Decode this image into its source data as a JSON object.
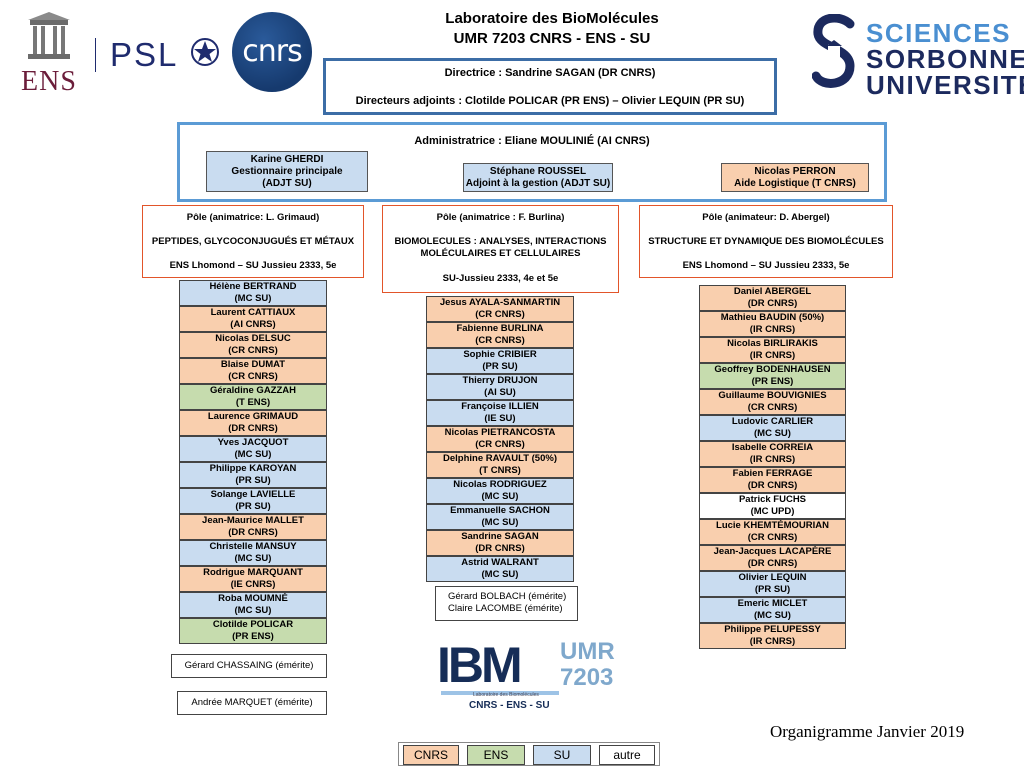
{
  "header": {
    "title": "Laboratoire des BioMolécules",
    "subtitle": "UMR 7203 CNRS - ENS - SU"
  },
  "logos": {
    "ens": "ENS",
    "psl": "PSL",
    "cnrs": "cnrs",
    "su": [
      "SCIENCES",
      "SORBONNE",
      "UNIVERSITÉ"
    ],
    "ibm": {
      "letters": "IBM",
      "umr": "UMR",
      "number": "7203",
      "tagline": "Laboratoire des Biomolécules",
      "footer": "CNRS - ENS - SU"
    }
  },
  "direction": {
    "director": "Directrice : Sandrine SAGAN  (DR CNRS)",
    "deputies": "Directeurs adjoints : Clotilde POLICAR (PR  ENS) – Olivier LEQUIN (PR SU)"
  },
  "administration": {
    "title": "Administratrice : Eliane MOULINIÉ (AI CNRS)",
    "cards": [
      {
        "lines": [
          "Karine GHERDI",
          "Gestionnaire principale",
          "(ADJT SU)"
        ]
      },
      {
        "lines": [
          "Stéphane ROUSSEL",
          "Adjoint à la gestion  (ADJT  SU)"
        ]
      },
      {
        "lines": [
          "Nicolas PERRON",
          "Aide Logistique  (T CNRS)"
        ]
      }
    ]
  },
  "poles": [
    {
      "head": "Pôle (animatrice: L. Grimaud)",
      "theme": [
        "PEPTIDES, GLYCOCONJUGUÉS ET MÉTAUX"
      ],
      "location": "ENS Lhomond – SU Jussieu 2333, 5e"
    },
    {
      "head": "Pôle (animatrice : F. Burlina)",
      "theme": [
        "BIOMOLECULES : ANALYSES, INTERACTIONS",
        "MOLÉCULAIRES ET CELLULAIRES"
      ],
      "location": "SU-Jussieu 2333, 4e et 5e"
    },
    {
      "head": "Pôle (animateur: D. Abergel)",
      "theme": [
        "STRUCTURE ET DYNAMIQUE DES BIOMOLÉCULES"
      ],
      "location": "ENS Lhomond – SU Jussieu 2333, 5e"
    }
  ],
  "members": [
    [
      {
        "name": "Hélène BERTRAND",
        "status": "(MC SU)",
        "affiliation": "SU"
      },
      {
        "name": "Laurent CATTIAUX",
        "status": "(AI CNRS)",
        "affiliation": "CNRS"
      },
      {
        "name": "Nicolas DELSUC",
        "status": "(CR CNRS)",
        "affiliation": "CNRS"
      },
      {
        "name": "Blaise DUMAT",
        "status": "(CR CNRS)",
        "affiliation": "CNRS"
      },
      {
        "name": "Géraldine GAZZAH",
        "status": "(T ENS)",
        "affiliation": "ENS"
      },
      {
        "name": "Laurence GRIMAUD",
        "status": "(DR CNRS)",
        "affiliation": "CNRS"
      },
      {
        "name": "Yves JACQUOT",
        "status": "(MC SU)",
        "affiliation": "SU"
      },
      {
        "name": "Philippe KAROYAN",
        "status": "(PR SU)",
        "affiliation": "SU"
      },
      {
        "name": "Solange LAVIELLE",
        "status": "(PR SU)",
        "affiliation": "SU"
      },
      {
        "name": "Jean-Maurice MALLET",
        "status": "(DR CNRS)",
        "affiliation": "CNRS"
      },
      {
        "name": "Christelle MANSUY",
        "status": "(MC SU)",
        "affiliation": "SU"
      },
      {
        "name": "Rodrigue MARQUANT",
        "status": "(IE CNRS)",
        "affiliation": "CNRS"
      },
      {
        "name": "Roba MOUMNÉ",
        "status": "(MC SU)",
        "affiliation": "SU"
      },
      {
        "name": "Clotilde POLICAR",
        "status": "(PR ENS)",
        "affiliation": "ENS"
      }
    ],
    [
      {
        "name": "Jesus AYALA-SANMARTIN",
        "status": "(CR CNRS)",
        "affiliation": "CNRS"
      },
      {
        "name": "Fabienne BURLINA",
        "status": "(CR CNRS)",
        "affiliation": "CNRS"
      },
      {
        "name": "Sophie CRIBIER",
        "status": "(PR SU)",
        "affiliation": "SU"
      },
      {
        "name": "Thierry DRUJON",
        "status": "(AI SU)",
        "affiliation": "SU"
      },
      {
        "name": "Françoise ILLIEN",
        "status": "(IE SU)",
        "affiliation": "SU"
      },
      {
        "name": "Nicolas PIETRANCOSTA",
        "status": "(CR CNRS)",
        "affiliation": "CNRS"
      },
      {
        "name": "Delphine RAVAULT (50%)",
        "status": "(T CNRS)",
        "affiliation": "CNRS"
      },
      {
        "name": "Nicolas RODRIGUEZ",
        "status": "(MC SU)",
        "affiliation": "SU"
      },
      {
        "name": "Emmanuelle SACHON",
        "status": "(MC SU)",
        "affiliation": "SU"
      },
      {
        "name": "Sandrine SAGAN",
        "status": "(DR CNRS)",
        "affiliation": "CNRS"
      },
      {
        "name": "Astrid WALRANT",
        "status": "(MC SU)",
        "affiliation": "SU"
      }
    ],
    [
      {
        "name": "Daniel ABERGEL",
        "status": "(DR CNRS)",
        "affiliation": "CNRS"
      },
      {
        "name": "Mathieu BAUDIN (50%)",
        "status": "(IR CNRS)",
        "affiliation": "CNRS"
      },
      {
        "name": "Nicolas BIRLIRAKIS",
        "status": "(IR CNRS)",
        "affiliation": "CNRS"
      },
      {
        "name": "Geoffrey BODENHAUSEN",
        "status": "(PR ENS)",
        "affiliation": "ENS"
      },
      {
        "name": "Guillaume BOUVIGNIES",
        "status": "(CR CNRS)",
        "affiliation": "CNRS"
      },
      {
        "name": "Ludovic CARLIER",
        "status": "(MC SU)",
        "affiliation": "SU"
      },
      {
        "name": "Isabelle CORREIA",
        "status": "(IR CNRS)",
        "affiliation": "CNRS"
      },
      {
        "name": "Fabien FERRAGE",
        "status": "(DR CNRS)",
        "affiliation": "CNRS"
      },
      {
        "name": "Patrick FUCHS",
        "status": "(MC UPD)",
        "affiliation": "autre"
      },
      {
        "name": "Lucie KHEMTÉMOURIAN",
        "status": "(CR CNRS)",
        "affiliation": "CNRS"
      },
      {
        "name": "Jean-Jacques LACAPÈRE",
        "status": "(DR CNRS)",
        "affiliation": "CNRS"
      },
      {
        "name": "Olivier LEQUIN",
        "status": "(PR SU)",
        "affiliation": "SU"
      },
      {
        "name": "Emeric MICLET",
        "status": "(MC  SU)",
        "affiliation": "SU"
      },
      {
        "name": "Philippe PELUPESSY",
        "status": "(IR CNRS)",
        "affiliation": "CNRS"
      }
    ]
  ],
  "emeritus": {
    "pole1": [
      "Gérard CHASSAING (émérite)",
      "Andrée MARQUET (émérite)"
    ],
    "pole2": [
      "Gérard BOLBACH (émérite)",
      "Claire LACOMBE (émérite)"
    ]
  },
  "footer": {
    "caption": "Organigramme Janvier 2019"
  },
  "legend": [
    {
      "label": "CNRS",
      "color": "#f9cfae"
    },
    {
      "label": "ENS",
      "color": "#c6dcae"
    },
    {
      "label": "SU",
      "color": "#c9dcf0"
    },
    {
      "label": "autre",
      "color": "#ffffff"
    }
  ]
}
